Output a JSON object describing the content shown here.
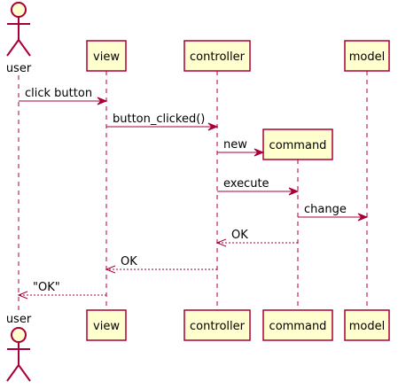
{
  "diagram": {
    "type": "sequence",
    "colors": {
      "participant_fill": "#FEFECE",
      "line": "#A80036",
      "text": "#000000"
    },
    "participants": [
      {
        "id": "user",
        "label": "user",
        "kind": "actor"
      },
      {
        "id": "view",
        "label": "view",
        "kind": "participant"
      },
      {
        "id": "controller",
        "label": "controller",
        "kind": "participant"
      },
      {
        "id": "command",
        "label": "command",
        "kind": "participant",
        "created_by_message": 2
      },
      {
        "id": "model",
        "label": "model",
        "kind": "participant"
      }
    ],
    "messages": [
      {
        "from": "user",
        "to": "view",
        "label": "click button",
        "style": "sync"
      },
      {
        "from": "view",
        "to": "controller",
        "label": "button_clicked()",
        "style": "sync"
      },
      {
        "from": "controller",
        "to": "command",
        "label": "new",
        "style": "create"
      },
      {
        "from": "controller",
        "to": "command",
        "label": "execute",
        "style": "sync"
      },
      {
        "from": "command",
        "to": "model",
        "label": "change",
        "style": "sync"
      },
      {
        "from": "command",
        "to": "controller",
        "label": "OK",
        "style": "reply"
      },
      {
        "from": "controller",
        "to": "view",
        "label": "OK",
        "style": "reply"
      },
      {
        "from": "view",
        "to": "user",
        "label": "\"OK\"",
        "style": "reply"
      }
    ]
  }
}
